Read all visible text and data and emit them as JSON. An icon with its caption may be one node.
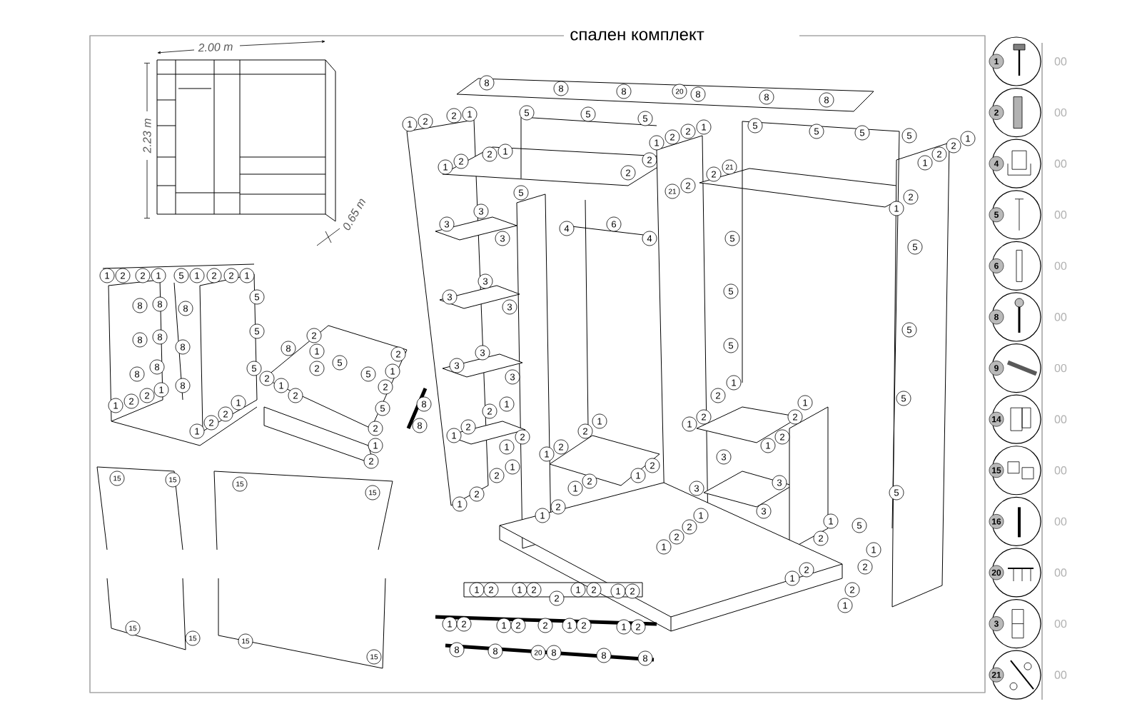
{
  "diagram": {
    "title": "спален комплект",
    "nodes": [
      {
        "text": [
          "1"
        ],
        "beside": [
          "00"
        ]
      },
      {
        "text": [
          "2"
        ],
        "beside": [
          "00"
        ]
      },
      {
        "text": [
          "4"
        ],
        "beside": [
          "00"
        ]
      },
      {
        "text": [
          "5"
        ],
        "beside": [
          "00"
        ]
      },
      {
        "text": [
          "6"
        ],
        "beside": [
          "00"
        ]
      },
      {
        "text": [
          "8"
        ],
        "beside": [
          "00"
        ]
      },
      {
        "text": [
          "9"
        ],
        "beside": [
          "00"
        ]
      },
      {
        "text": [
          "14"
        ],
        "beside": [
          "00"
        ]
      },
      {
        "text": [
          "15"
        ],
        "beside": [
          "00"
        ]
      },
      {
        "text": [
          "16"
        ],
        "beside": [
          "00"
        ]
      },
      {
        "text": [
          "20"
        ],
        "beside": [
          "00"
        ]
      },
      {
        "text": [
          "3"
        ],
        "beside": [
          "00"
        ]
      },
      {
        "text": [
          "21"
        ],
        "beside": [
          "00"
        ]
      }
    ],
    "labels": [
      "2.00 m",
      "2.23 m",
      "0.65 m",
      "8",
      "8",
      "8",
      "20",
      "8",
      "8",
      "8",
      "1",
      "2",
      "2",
      "1",
      "5",
      "5",
      "5",
      "5",
      "5",
      "5",
      "5",
      "1",
      "2",
      "2",
      "1",
      "1",
      "2",
      "2",
      "1",
      "1",
      "2",
      "2",
      "1",
      "2",
      "2",
      "2",
      "21",
      "21",
      "2",
      "5",
      "2",
      "1",
      "3",
      "3",
      "3",
      "4",
      "6",
      "4",
      "5",
      "5",
      "3",
      "3",
      "3",
      "5",
      "5",
      "5",
      "3",
      "3",
      "3",
      "1",
      "2",
      "5",
      "1",
      "2",
      "2",
      "1",
      "1",
      "2",
      "1",
      "2",
      "1",
      "2",
      "1",
      "2",
      "3",
      "2",
      "1",
      "1",
      "2",
      "2",
      "1",
      "1",
      "2",
      "1",
      "2",
      "3",
      "3",
      "5",
      "1",
      "2",
      "1",
      "2",
      "3",
      "1",
      "5",
      "2",
      "1",
      "2",
      "2",
      "1",
      "1",
      "2",
      "1",
      "2",
      "2",
      "1",
      "1",
      "2",
      "2",
      "1",
      "5",
      "1",
      "2",
      "2",
      "1",
      "5",
      "8",
      "8",
      "8",
      "5",
      "8",
      "8",
      "8",
      "8",
      "8",
      "8",
      "1",
      "2",
      "2",
      "1",
      "1",
      "2",
      "2",
      "1",
      "2",
      "8",
      "1",
      "2",
      "5",
      "5",
      "2",
      "5",
      "1",
      "2",
      "1",
      "2",
      "2",
      "5",
      "2",
      "1",
      "2",
      "8",
      "8",
      "15",
      "15",
      "15",
      "15",
      "15",
      "15",
      "15",
      "15",
      "1",
      "2",
      "1",
      "2",
      "2",
      "1",
      "2",
      "1",
      "2",
      "1",
      "2",
      "1",
      "2",
      "2",
      "1",
      "2",
      "1",
      "2",
      "8",
      "8",
      "20",
      "8",
      "8",
      "8"
    ]
  }
}
